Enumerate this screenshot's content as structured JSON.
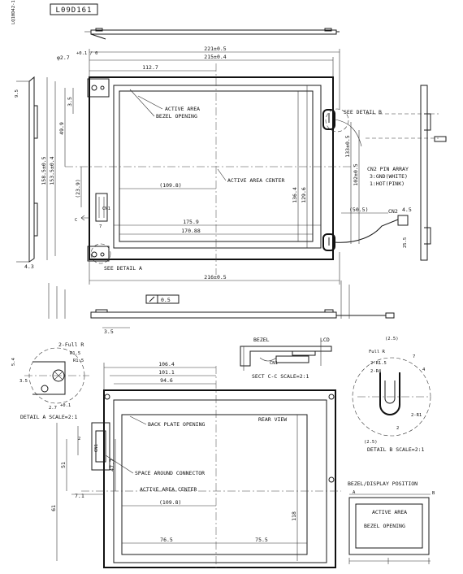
{
  "drawing_id": "L09D161",
  "side_note": "LQ10D42-1",
  "top_view": {
    "dims": {
      "overall_width": "221±0.5",
      "bezel_width": "215±0.4",
      "left_to_center": "112.7",
      "left_to_area": "(109.8)",
      "area_width_1": "175.9",
      "area_width_2": "170.88",
      "bottom_width": "216±0.5",
      "hole": "φ2.7",
      "hole_tol": "+0.1 / 0",
      "left_h1": "3.5",
      "left_h2": "49.9",
      "left_h3": "158.5±0.5",
      "left_h4": "153.5±0.4",
      "left_h5": "(23.9)",
      "left_h6": "7",
      "left_h7": "4.3",
      "right_h1": "136.4",
      "right_h2": "129.6",
      "right_h3": "133±0.5",
      "right_h4": "102±0.5",
      "cn2_1": "(50.5)",
      "cn2_2": "4.5",
      "cn2_3": "25.5",
      "side_h": "9.5",
      "bot_dim": "3.5"
    },
    "labels": {
      "active_area": "ACTIVE AREA",
      "bezel_opening": "BEZEL OPENING",
      "active_area_center": "ACTIVE AREA CENTER",
      "detail_b": "SEE DETAIL B",
      "detail_a": "SEE DETAIL A",
      "cn1": "CN1",
      "cn2": "CN2",
      "cn2_pin_1": "CN2 PIN ARRAY",
      "cn2_pin_2": "3:GND(WHITE)",
      "cn2_pin_3": "1:HOT(PINK)",
      "flat": "0.5",
      "c_mark": "C"
    }
  },
  "detail_a": {
    "title": "DETAIL A SCALE=2:1",
    "full_r": "2-Full R",
    "r1": "R1.5",
    "r2": "R1.5",
    "d1": "2.7",
    "d2": "+0.1",
    "d3": "5.4",
    "d4": "3.5"
  },
  "section_cc": {
    "title": "SECT C-C SCALE=2:1",
    "bezel": "BEZEL",
    "lcd": "LCD",
    "cn1": "CN1"
  },
  "detail_b": {
    "title": "DETAIL B SCALE=2:1",
    "full_r": "Full R",
    "r1": "2-R1.5",
    "r2": "2-R4",
    "r3": "2-R1",
    "d1": "(2.5)",
    "d2": "(2.5)",
    "d3": "2",
    "d4": "7",
    "d5": "4"
  },
  "rear_view": {
    "title": "REAR VIEW",
    "dims": {
      "w1": "106.4",
      "w2": "101.1",
      "w3": "94.6",
      "to_area": "(109.8)",
      "bot1": "76.5",
      "bot2": "75.5",
      "h1": "47.7",
      "h2": "51",
      "h3": "61",
      "h4": "118",
      "l1": "7.1",
      "l2": "2"
    },
    "labels": {
      "back_plate": "BACK PLATE OPENING",
      "space_connector": "SPACE AROUND CONNECTOR",
      "active_area_center": "ACTIVE AREA CENTER",
      "cn1": "CN1"
    }
  },
  "bezel_position": {
    "title": "BEZEL/DISPLAY POSITION",
    "active_area": "ACTIVE AREA",
    "bezel_opening": "BEZEL OPENING",
    "mark_a": "A",
    "mark_b": "B"
  }
}
